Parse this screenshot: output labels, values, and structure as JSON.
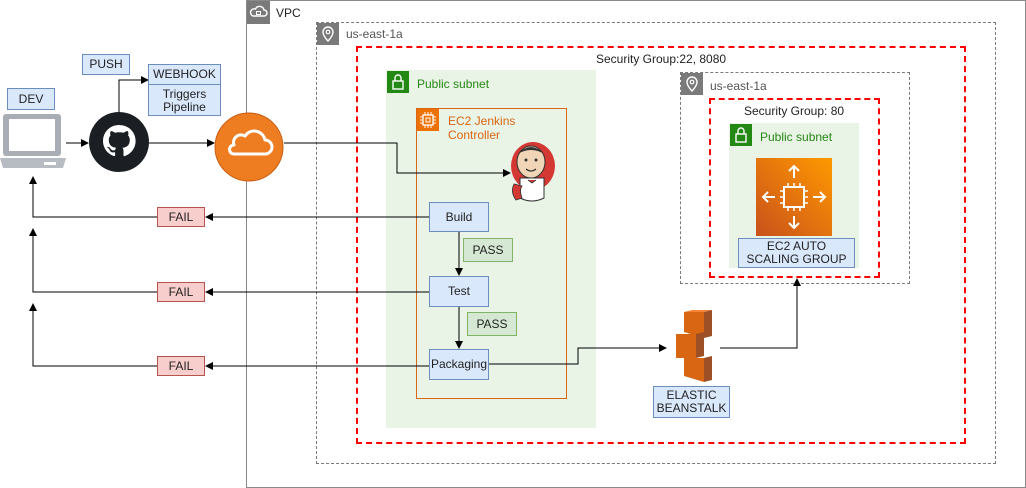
{
  "labels": {
    "vpc": "VPC",
    "az_outer": "us-east-1a",
    "az_inner": "us-east-1a",
    "sg_outer": "Security Group:22, 8080",
    "sg_inner": "Security Group: 80",
    "public_subnet_left": "Public subnet",
    "public_subnet_right": "Public subnet",
    "ec2_jenkins_line1": "EC2 Jenkins",
    "ec2_jenkins_line2": "Controller",
    "dev": "DEV",
    "push": "PUSH",
    "webhook_title": "WEBHOOK",
    "webhook_line1": "Triggers",
    "webhook_line2": "Pipeline",
    "build": "Build",
    "test": "Test",
    "packaging": "Packaging",
    "pass1": "PASS",
    "pass2": "PASS",
    "fail1": "FAIL",
    "fail2": "FAIL",
    "fail3": "FAIL",
    "asg_line1": "EC2 AUTO",
    "asg_line2": "SCALING GROUP",
    "eb_line1": "ELASTIC",
    "eb_line2": "BEANSTALK"
  },
  "colors": {
    "aws_orange": "#ed7100",
    "subnet_green": "#248814",
    "security_group_red": "#ff0000",
    "jenkins_red": "#d33833"
  },
  "icons": [
    "laptop-icon",
    "github-icon",
    "cloud-icon",
    "jenkins-icon",
    "ec2-chip-icon",
    "autoscaling-icon",
    "elastic-beanstalk-icon",
    "lock-icon",
    "location-pin-icon",
    "vpc-cloud-icon"
  ]
}
